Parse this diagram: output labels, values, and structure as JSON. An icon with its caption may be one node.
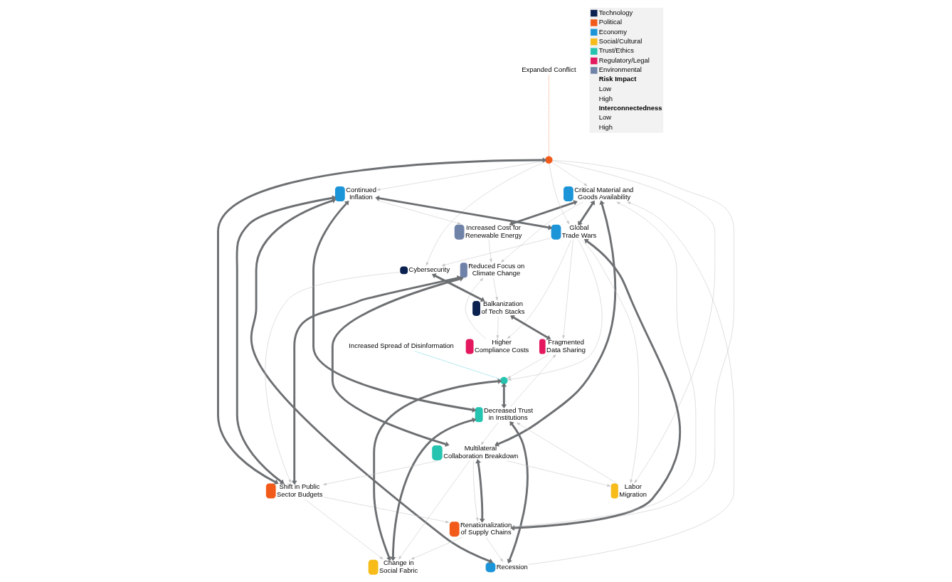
{
  "diagram": {
    "nodes": [
      {
        "text": [
          "Critical Material and Goods Availability"
        ]
      },
      {
        "text": [
          "Expanded Conflict"
        ]
      },
      {
        "text": [
          "Higher Compliance Costs"
        ]
      },
      {
        "text": [
          "Increased Cost for Renewable Energy"
        ]
      },
      {
        "text": [],
        "shape": "circle"
      },
      {
        "text": [
          "Reduced Focus on Climate Change"
        ]
      },
      {
        "text": [
          "Continued Inflation"
        ]
      },
      {
        "text": [
          "Labor Migration"
        ]
      },
      {
        "text": [
          "Recession"
        ]
      },
      {
        "text": [
          "Shift in Public Sector Budgets"
        ]
      },
      {
        "text": [
          "Cybersecurity"
        ]
      },
      {
        "text": [
          "Global Trade Wars"
        ]
      },
      {
        "text": [
          "Change in Social Fabric"
        ]
      },
      {
        "text": [
          "Balkanization of Tech Stacks"
        ]
      },
      {
        "text": [
          "Renationalization of Supply Chains"
        ]
      },
      {
        "text": [
          "Fragmented Data Sharing"
        ]
      },
      {
        "text": [],
        "shape": "circle"
      },
      {
        "text": [
          "Multilateral Collaboration Breakdown"
        ]
      },
      {
        "text": [
          "Decreased Trust in Institutions"
        ]
      },
      {
        "text": [
          "Increased Spread of Disinformation"
        ]
      }
    ],
    "edges": [
      {
        "from": 1,
        "to": 4,
        "arrow": "none",
        "style": "dashed",
        "color": "#f4845f"
      },
      {
        "from": 19,
        "to": 16,
        "arrow": "none",
        "style": "dashed",
        "color": "#3fc5d9"
      },
      {
        "from": 0,
        "to": 3,
        "arrow": "both",
        "style": "thick",
        "color": "#6d7073"
      },
      {
        "from": 0,
        "to": 11,
        "arrow": "both",
        "style": "thick",
        "color": "#6d7073"
      },
      {
        "from": 0,
        "to": 17,
        "arrow": "both",
        "style": "thick",
        "color": "#6d7073"
      },
      {
        "from": 6,
        "to": 8,
        "arrow": "both",
        "style": "thick",
        "color": "#6d7073"
      },
      {
        "from": 6,
        "to": 11,
        "arrow": "both",
        "style": "thick",
        "color": "#6d7073"
      },
      {
        "from": 6,
        "to": 9,
        "arrow": "both",
        "style": "thick",
        "color": "#6d7073"
      },
      {
        "from": 6,
        "to": 18,
        "arrow": "both",
        "style": "thick",
        "color": "#6d7073"
      },
      {
        "from": 8,
        "to": 18,
        "arrow": "both",
        "style": "thick",
        "color": "#6d7073"
      },
      {
        "from": 4,
        "to": 9,
        "arrow": "both",
        "style": "thick",
        "color": "#6d7073"
      },
      {
        "from": 9,
        "to": 5,
        "arrow": "both",
        "style": "thick",
        "color": "#6d7073"
      },
      {
        "from": 17,
        "to": 5,
        "arrow": "both",
        "style": "thick",
        "color": "#6d7073"
      },
      {
        "from": 11,
        "to": 14,
        "arrow": "both",
        "style": "thick",
        "color": "#6d7073"
      },
      {
        "from": 14,
        "to": 17,
        "arrow": "both",
        "style": "thick",
        "color": "#6d7073"
      },
      {
        "from": 12,
        "to": 16,
        "arrow": "both",
        "style": "thick",
        "color": "#6d7073"
      },
      {
        "from": 12,
        "to": 18,
        "arrow": "both",
        "style": "thick",
        "color": "#6d7073"
      },
      {
        "from": 16,
        "to": 18,
        "arrow": "both",
        "style": "thick",
        "color": "#6d7073"
      },
      {
        "from": 10,
        "to": 13,
        "arrow": "both",
        "style": "thick",
        "color": "#6d7073"
      },
      {
        "from": 13,
        "to": 15,
        "arrow": "both",
        "style": "thick",
        "color": "#6d7073"
      },
      {
        "from": 0,
        "to": 5,
        "arrow": "to"
      },
      {
        "from": 3,
        "to": 5,
        "arrow": "to"
      },
      {
        "from": 2,
        "to": 5,
        "arrow": "to"
      },
      {
        "from": 13,
        "to": 2,
        "arrow": "to"
      },
      {
        "from": 11,
        "to": 2,
        "arrow": "to"
      },
      {
        "from": 4,
        "to": 0,
        "arrow": "to"
      },
      {
        "from": 4,
        "to": 6,
        "arrow": "to"
      },
      {
        "from": 4,
        "to": 7,
        "arrow": "to"
      },
      {
        "from": 4,
        "to": 10,
        "arrow": "to"
      },
      {
        "from": 4,
        "to": 14,
        "arrow": "to"
      },
      {
        "from": 4,
        "to": 11,
        "arrow": "to"
      },
      {
        "from": 6,
        "to": 3,
        "arrow": "to"
      },
      {
        "from": 8,
        "to": 0,
        "arrow": "to"
      },
      {
        "from": 14,
        "to": 0,
        "arrow": "to"
      },
      {
        "from": 14,
        "to": 8,
        "arrow": "to"
      },
      {
        "from": 11,
        "to": 7,
        "arrow": "to"
      },
      {
        "from": 11,
        "to": 15,
        "arrow": "to"
      },
      {
        "from": 11,
        "to": 16,
        "arrow": "to"
      },
      {
        "from": 10,
        "to": 9,
        "arrow": "to"
      },
      {
        "from": 11,
        "to": 10,
        "arrow": "to"
      },
      {
        "from": 17,
        "to": 9,
        "arrow": "to"
      },
      {
        "from": 18,
        "to": 17,
        "arrow": "to"
      },
      {
        "from": 15,
        "to": 16,
        "arrow": "to"
      },
      {
        "from": 7,
        "to": 18,
        "arrow": "to"
      },
      {
        "from": 17,
        "to": 7,
        "arrow": "to"
      },
      {
        "from": 17,
        "to": 12,
        "arrow": "to"
      },
      {
        "from": 9,
        "to": 12,
        "arrow": "to"
      },
      {
        "from": 18,
        "to": 15,
        "arrow": "to"
      },
      {
        "from": 5,
        "to": 13,
        "arrow": "to"
      },
      {
        "from": 14,
        "to": 12,
        "arrow": "to"
      },
      {
        "from": 17,
        "to": 14,
        "arrow": "to"
      },
      {
        "from": 9,
        "to": 14,
        "arrow": "to"
      }
    ],
    "labels": [
      "Risk Impact",
      "Low",
      "High",
      "Interconnectedness",
      "Low",
      "High"
    ],
    "legend": [
      {
        "text": "Technology",
        "color": "#0b2250"
      },
      {
        "text": "Political",
        "color": "#f25a1a"
      },
      {
        "text": "Economy",
        "color": "#1b95d8"
      },
      {
        "text": "Social/Cultural",
        "color": "#f7bb1a"
      },
      {
        "text": "Trust/Ethics",
        "color": "#25c4b0"
      },
      {
        "text": "Regulatory/Legal",
        "color": "#e3185f"
      },
      {
        "text": "Environmental",
        "color": "#6f82a8"
      }
    ]
  }
}
